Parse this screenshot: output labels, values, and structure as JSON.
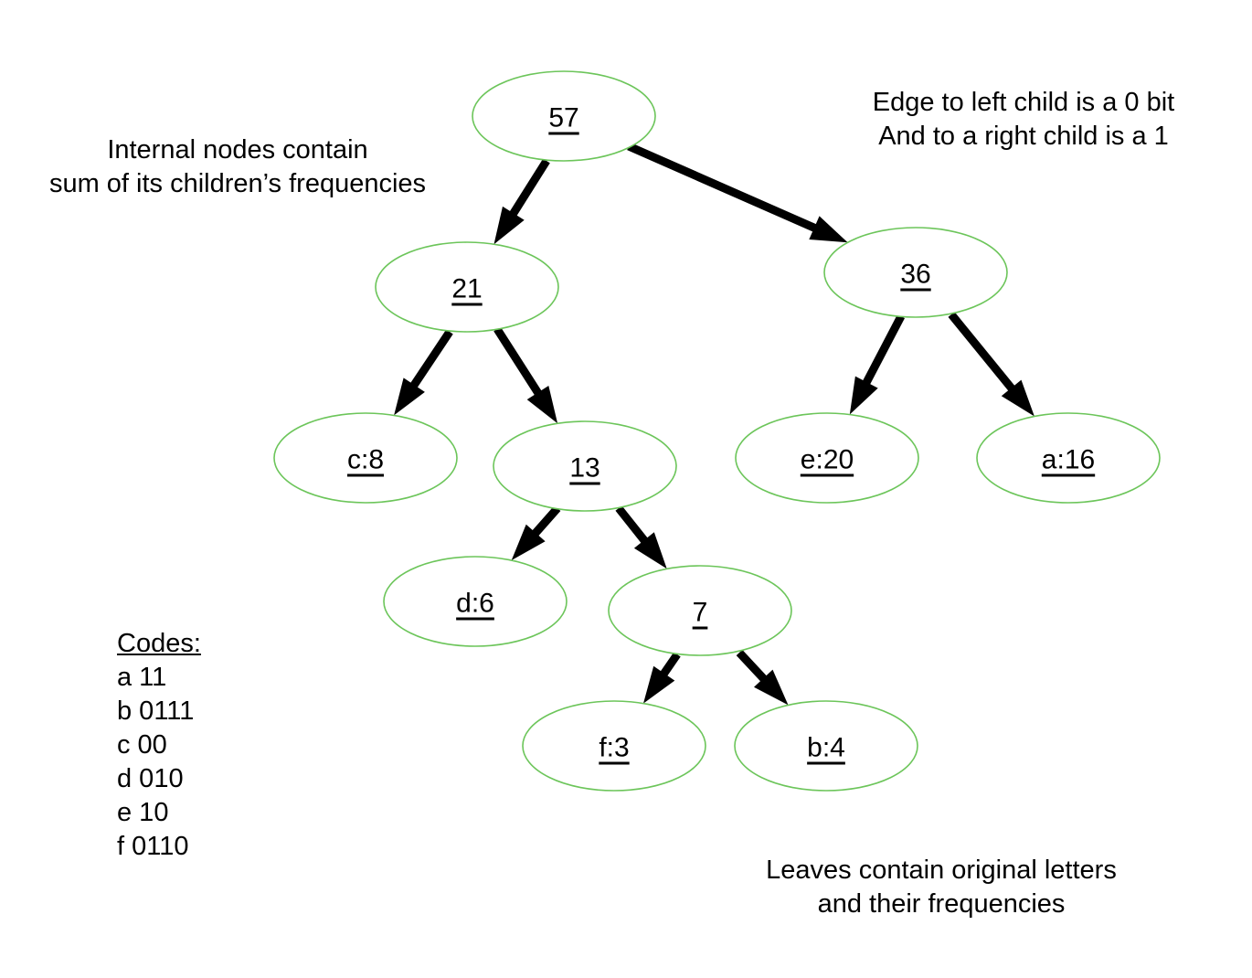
{
  "notes": {
    "internal_nodes": [
      "Internal nodes contain",
      "sum of its children’s frequencies"
    ],
    "edges": [
      "Edge to left child is a 0 bit",
      "And to a right child is a 1"
    ],
    "leaves": [
      "Leaves contain original letters",
      "and their frequencies"
    ]
  },
  "codes": {
    "title": "Codes:",
    "entries": [
      "a 11",
      "b 0111",
      "c 00",
      "d 010",
      "e 10",
      "f 0110"
    ]
  },
  "tree": {
    "nodes": [
      {
        "id": "n57",
        "label": "57"
      },
      {
        "id": "n21",
        "label": "21"
      },
      {
        "id": "n36",
        "label": "36"
      },
      {
        "id": "nc",
        "label": "c:8"
      },
      {
        "id": "n13",
        "label": "13"
      },
      {
        "id": "ne",
        "label": "e:20"
      },
      {
        "id": "na",
        "label": "a:16"
      },
      {
        "id": "nd",
        "label": "d:6"
      },
      {
        "id": "n7",
        "label": "7"
      },
      {
        "id": "nf",
        "label": "f:3"
      },
      {
        "id": "nb",
        "label": "b:4"
      }
    ],
    "edges": [
      {
        "from": "n57",
        "to": "n21",
        "bit": "0"
      },
      {
        "from": "n57",
        "to": "n36",
        "bit": "1"
      },
      {
        "from": "n21",
        "to": "nc",
        "bit": "0"
      },
      {
        "from": "n21",
        "to": "n13",
        "bit": "1"
      },
      {
        "from": "n36",
        "to": "ne",
        "bit": "0"
      },
      {
        "from": "n36",
        "to": "na",
        "bit": "1"
      },
      {
        "from": "n13",
        "to": "nd",
        "bit": "0"
      },
      {
        "from": "n13",
        "to": "n7",
        "bit": "1"
      },
      {
        "from": "n7",
        "to": "nf",
        "bit": "0"
      },
      {
        "from": "n7",
        "to": "nb",
        "bit": "1"
      }
    ]
  },
  "colors": {
    "node_stroke": "#6cc55a",
    "edge": "#000000",
    "background": "#ffffff"
  }
}
